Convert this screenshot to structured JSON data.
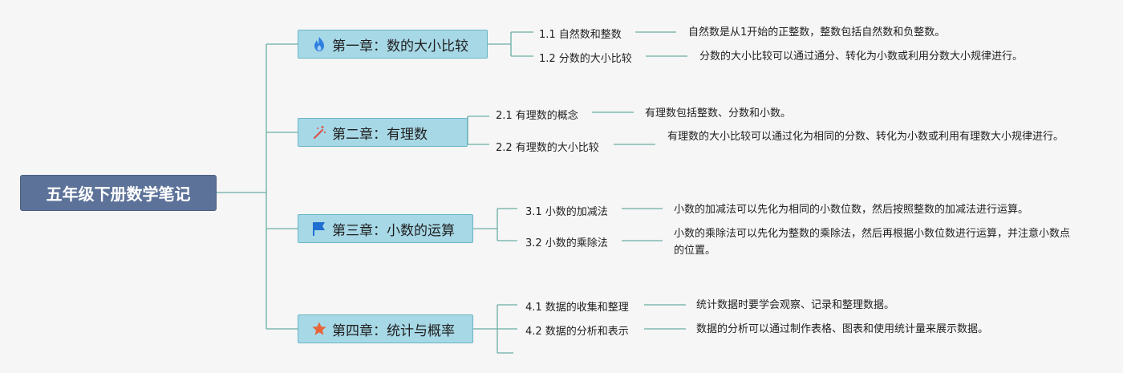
{
  "root": {
    "label": "五年级下册数学笔记"
  },
  "chapters": [
    {
      "label": "第一章：数的大小比较",
      "icon": "flame-icon",
      "topics": [
        {
          "label": "1.1 自然数和整数",
          "note": "自然数是从1开始的正整数，整数包括自然数和负整数。"
        },
        {
          "label": "1.2 分数的大小比较",
          "note": "分数的大小比较可以通过通分、转化为小数或利用分数大小规律进行。"
        }
      ]
    },
    {
      "label": "第二章：有理数",
      "icon": "magic-wand-icon",
      "topics": [
        {
          "label": "2.1 有理数的概念",
          "note": "有理数包括整数、分数和小数。"
        },
        {
          "label": "2.2 有理数的大小比较",
          "note": "有理数的大小比较可以通过化为相同的分数、转化为小数或利用有理数大小规律进行。"
        }
      ]
    },
    {
      "label": "第三章：小数的运算",
      "icon": "flag-icon",
      "topics": [
        {
          "label": "3.1 小数的加减法",
          "note": "小数的加减法可以先化为相同的小数位数，然后按照整数的加减法进行运算。"
        },
        {
          "label": "3.2 小数的乘除法",
          "note": "小数的乘除法可以先化为整数的乘除法，然后再根据小数位数进行运算，并注意小数点的位置。"
        }
      ]
    },
    {
      "label": "第四章：统计与概率",
      "icon": "star-icon",
      "topics": [
        {
          "label": "4.1 数据的收集和整理",
          "note": "统计数据时要学会观察、记录和整理数据。"
        },
        {
          "label": "4.2 数据的分析和表示",
          "note": "数据的分析可以通过制作表格、图表和使用统计量来展示数据。"
        }
      ]
    }
  ],
  "colors": {
    "line": "#4a9a8c",
    "root_bg": "#5c7299",
    "chapter_bg": "#a7d8e6",
    "chapter_border": "#6ab4c7"
  }
}
